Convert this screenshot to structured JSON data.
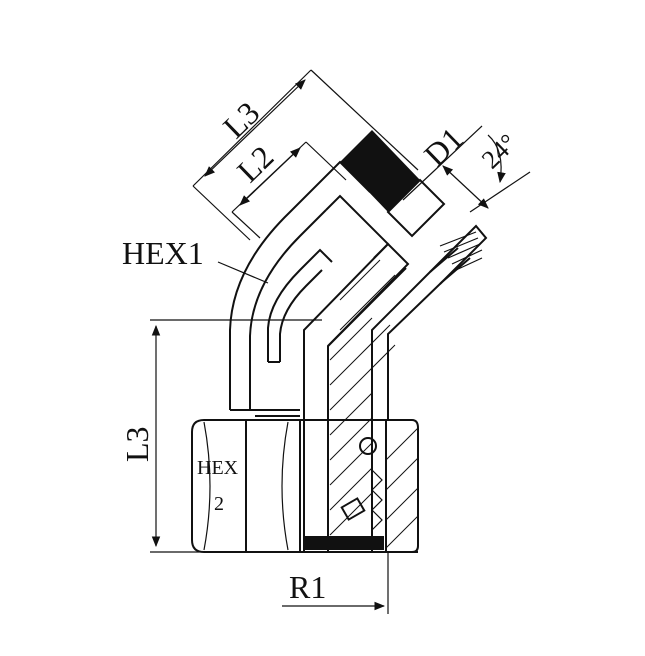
{
  "labels": {
    "l3_top": "L3",
    "l2": "L2",
    "d1": "D1",
    "angle": "24°",
    "hex1": "HEX1",
    "l3_left": "L3",
    "hex2_line1": "HEX",
    "hex2_line2": "2",
    "r1": "R1"
  },
  "colors": {
    "line": "#111111",
    "background": "#ffffff"
  }
}
